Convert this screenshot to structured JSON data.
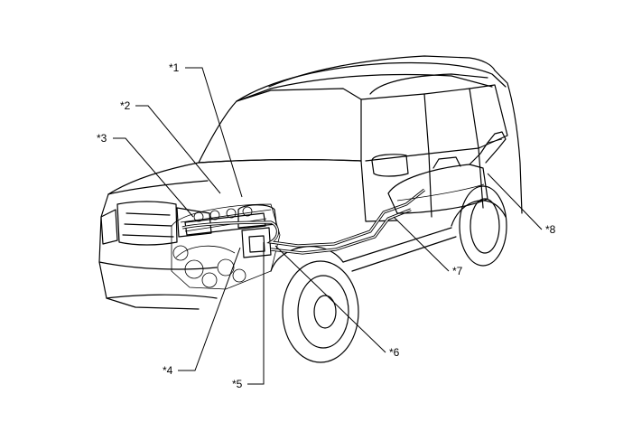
{
  "callouts": [
    {
      "id": "c1",
      "text": "*1"
    },
    {
      "id": "c2",
      "text": "*2"
    },
    {
      "id": "c3",
      "text": "*3"
    },
    {
      "id": "c4",
      "text": "*4"
    },
    {
      "id": "c5",
      "text": "*5"
    },
    {
      "id": "c6",
      "text": "*6"
    },
    {
      "id": "c7",
      "text": "*7"
    },
    {
      "id": "c8",
      "text": "*8"
    }
  ]
}
